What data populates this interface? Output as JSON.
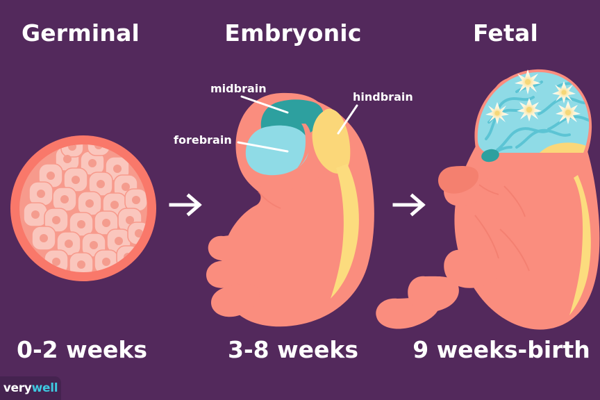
{
  "background_color": "#53295c",
  "stages": [
    {
      "id": "germinal",
      "title": "Germinal",
      "caption": "0-2 weeks",
      "illustration": "blastocyst-cell-cluster"
    },
    {
      "id": "embryonic",
      "title": "Embryonic",
      "caption": "3-8 weeks",
      "illustration": "embryo-with-brain-regions"
    },
    {
      "id": "fetal",
      "title": "Fetal",
      "caption": "9 weeks-birth",
      "illustration": "fetus-with-developed-brain"
    }
  ],
  "brain_labels": [
    {
      "id": "midbrain",
      "text": "midbrain",
      "color": "#2da09f"
    },
    {
      "id": "forebrain",
      "text": "forebrain",
      "color": "#8fdbe6"
    },
    {
      "id": "hindbrain",
      "text": "hindbrain",
      "color": "#fbd779"
    }
  ],
  "arrows": [
    {
      "id": "arrow-germinal-to-embryonic",
      "glyph": "arrow-right-icon"
    },
    {
      "id": "arrow-embryonic-to-fetal",
      "glyph": "arrow-right-icon"
    }
  ],
  "logo": {
    "part_one": "very",
    "part_two": "well",
    "part_one_color": "#ffffff",
    "part_two_color": "#3ec8e0",
    "plate_color": "#452350"
  },
  "palette": {
    "background_purple": "#53295c",
    "body_coral": "#fa8d7e",
    "membrane_coral": "#f9786a",
    "cell_pink": "#fac6bd",
    "nucleus_pink": "#f49c8e",
    "blastocyst_inner": "#f79a8c",
    "midbrain_teal": "#2da09f",
    "forebrain_cyan": "#8fdbe6",
    "hindbrain_yellow": "#fbd779",
    "spine_yellow": "#fcdc7e",
    "brain_cortex": "#8fdbe6",
    "brain_gyri": "#5cc4d4",
    "neuron_white": "#ffffff",
    "neuron_core": "#f5d778",
    "label_white": "#ffffff"
  }
}
